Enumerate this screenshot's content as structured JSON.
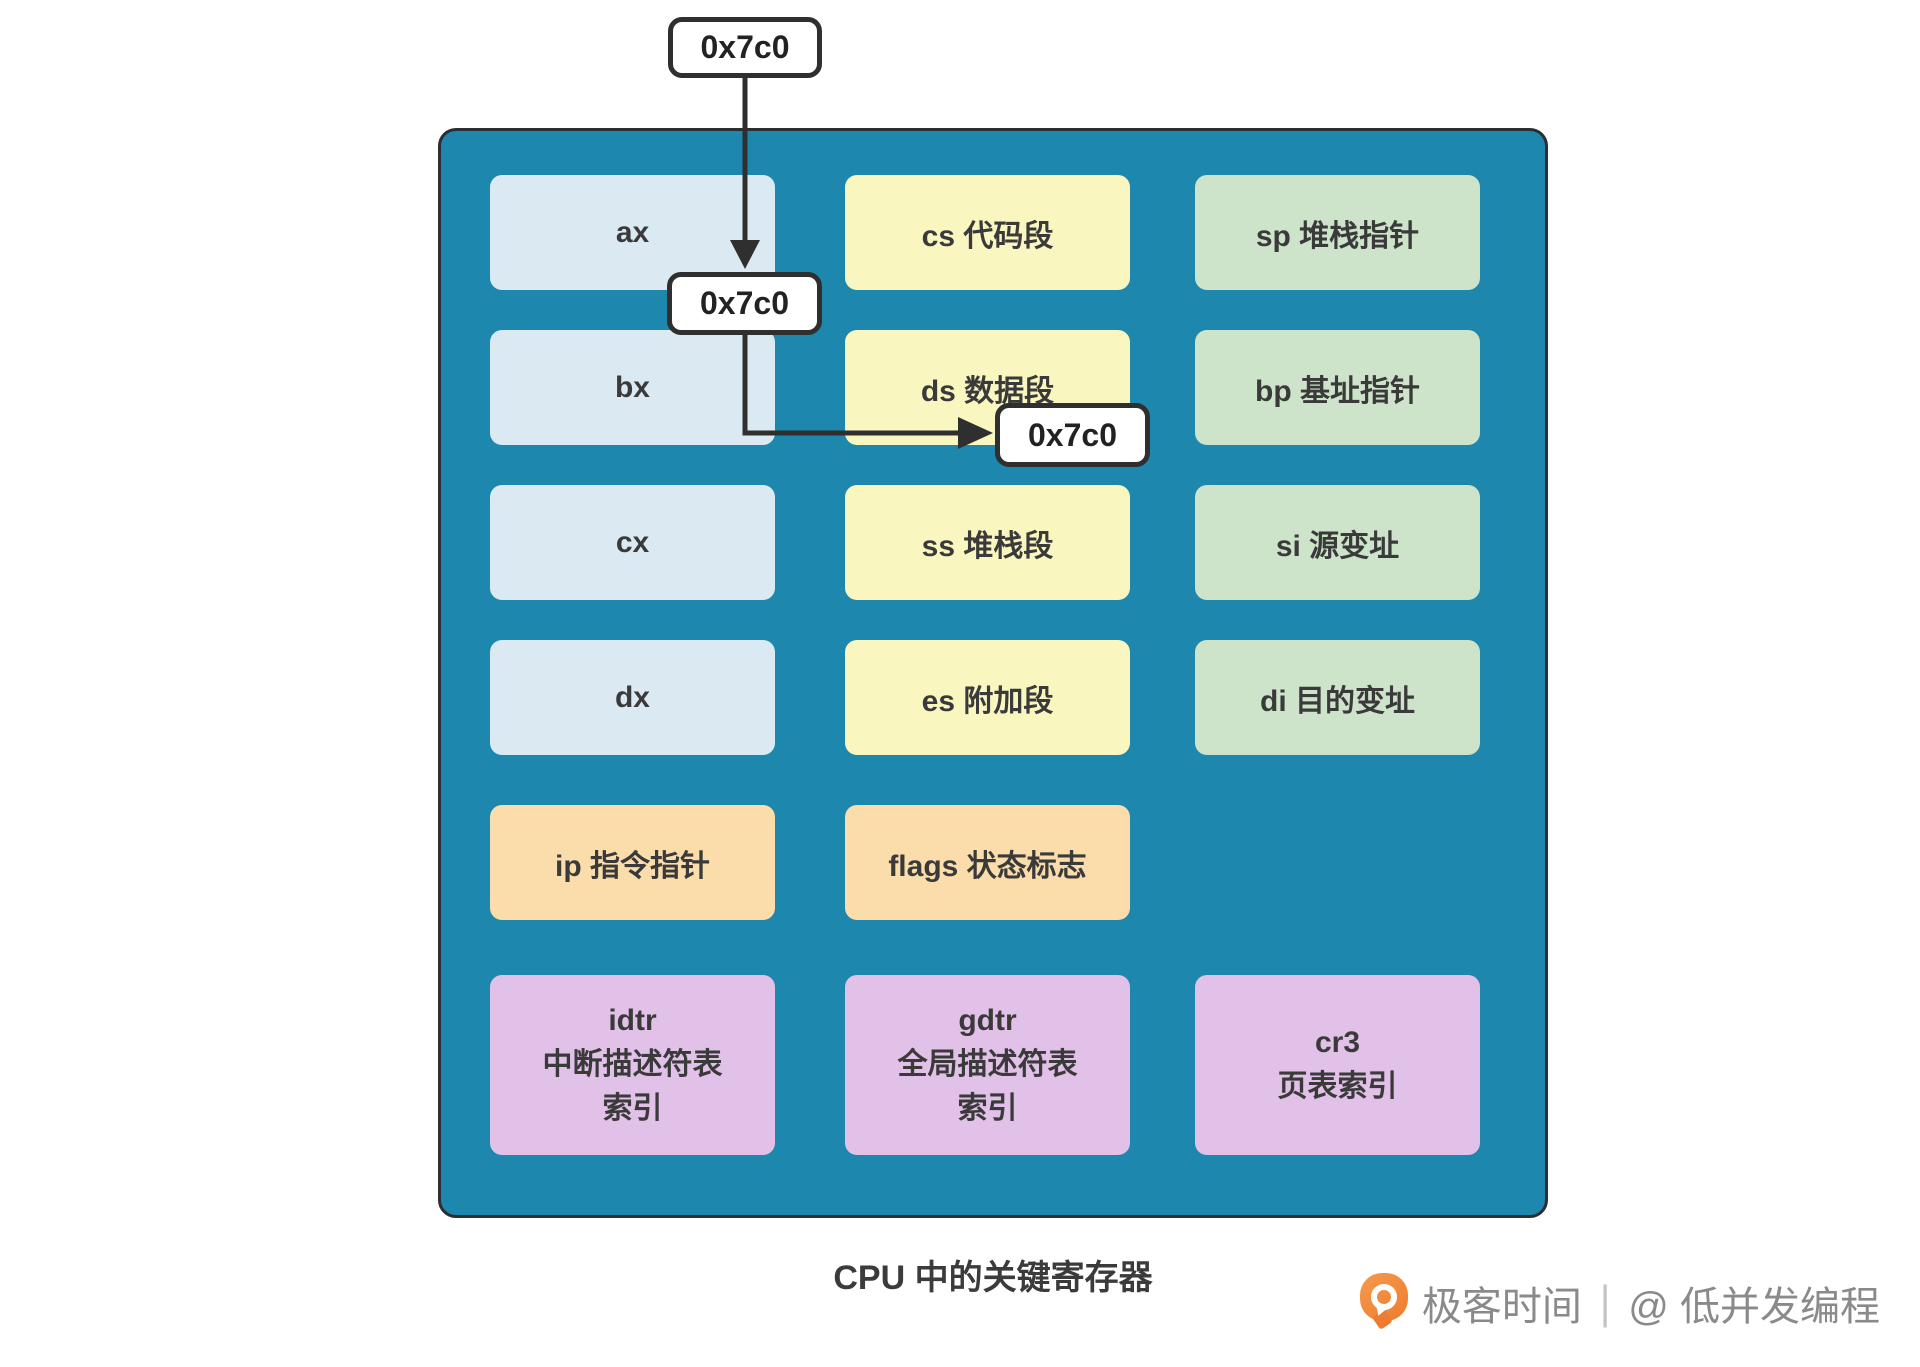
{
  "colors": {
    "page-bg": "#ffffff",
    "panel": "#1e87ad",
    "panel-border": "#2b2e33",
    "general-box": "#dbe9f2",
    "segment-box": "#f9f6c0",
    "index-box": "#cde4ca",
    "control-box": "#fbdcab",
    "descriptor-box": "#e2c1e8",
    "box-text": "#3a3a3a",
    "arrow": "#2f2f2f",
    "badge-bg": "#ffffff",
    "badge-border": "#2f2f2f",
    "badge-text": "#222222",
    "caption-text": "#3b3b3b",
    "watermark-text": "#8a8a8a",
    "watermark-separator": "#c0c3c9",
    "logo-orange": "#ee7c2e",
    "logo-orange-light": "#f59a4e"
  },
  "badges": {
    "top": "0x7c0",
    "mid": "0x7c0",
    "target": "0x7c0"
  },
  "registers": {
    "ax": "ax",
    "bx": "bx",
    "cx": "cx",
    "dx": "dx",
    "cs": "cs 代码段",
    "ds": "ds 数据段",
    "ss": "ss 堆栈段",
    "es": "es 附加段",
    "sp": "sp 堆栈指针",
    "bp": "bp 基址指针",
    "si": "si 源变址",
    "di": "di 目的变址",
    "ip": "ip 指令指针",
    "flags": "flags 状态标志",
    "idtr": {
      "line1": "idtr",
      "line2": "中断描述符表",
      "line3": "索引"
    },
    "gdtr": {
      "line1": "gdtr",
      "line2": "全局描述符表",
      "line3": "索引"
    },
    "cr3": {
      "line1": "cr3",
      "line2": "页表索引"
    }
  },
  "caption": "CPU 中的关键寄存器",
  "watermark": {
    "brand": "极客时间",
    "separator": "|",
    "handle": "@ 低并发编程"
  }
}
